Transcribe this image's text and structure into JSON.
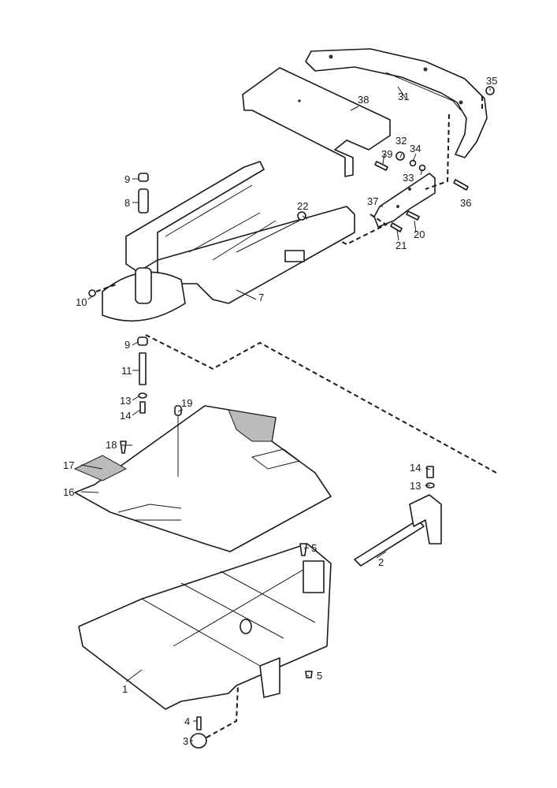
{
  "diagram": {
    "title": "Chassis / frame exploded parts view",
    "callouts": {
      "c1": "1",
      "c2": "2",
      "c3": "3",
      "c4": "4",
      "c5a": "5",
      "c5b": "5",
      "c7": "7",
      "c8": "8",
      "c9a": "9",
      "c9b": "9",
      "c10": "10",
      "c11": "11",
      "c13a": "13",
      "c13b": "13",
      "c14a": "14",
      "c14b": "14",
      "c16": "16",
      "c17": "17",
      "c18": "18",
      "c19": "19",
      "c20": "20",
      "c21": "21",
      "c22": "22",
      "c31": "31",
      "c32": "32",
      "c33": "33",
      "c34": "34",
      "c35": "35",
      "c36": "36",
      "c37": "37",
      "c38": "38",
      "c39": "39"
    }
  }
}
